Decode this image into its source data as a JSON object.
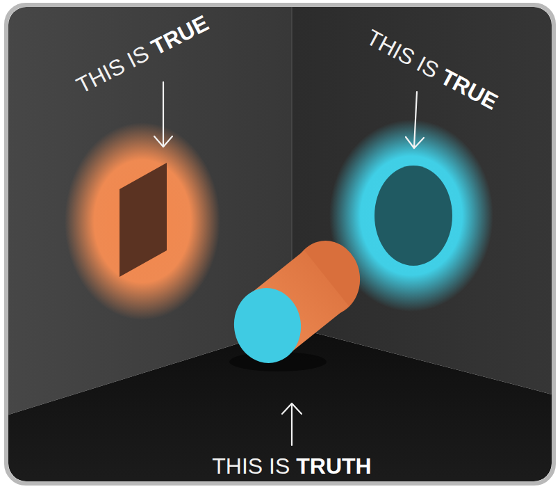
{
  "diagram": {
    "labels": [
      "THIS IS",
      "TRUE",
      "THIS IS",
      "TRUE",
      "THIS IS",
      "TRUTH"
    ]
  }
}
